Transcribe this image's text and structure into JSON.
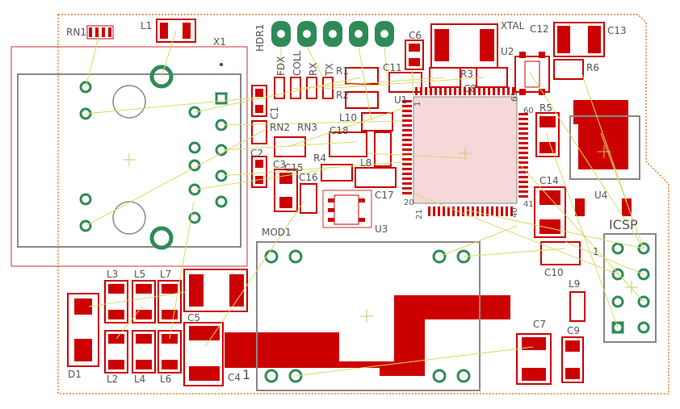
{
  "labels": {
    "RN1": "RN1",
    "L1": "L1",
    "X1": "X1",
    "HDR1": "HDR1",
    "FDX": "FDX",
    "COLL": "COLL",
    "RX": "RX",
    "TX": "TX",
    "C6": "C6",
    "XTAL": "XTAL",
    "C12": "C12",
    "C13": "C13",
    "R1": "R1",
    "C11": "C11",
    "U2": "U2",
    "R6": "R6",
    "R2": "R2",
    "U1": "U1",
    "R3": "R3",
    "C8": "C8",
    "C1": "C1",
    "L10": "L10",
    "R5": "R5",
    "RN2": "RN2",
    "RN3": "RN3",
    "C18": "C18",
    "C2": "C2",
    "R4": "R4",
    "C3": "C3",
    "C15": "C15",
    "L8": "L8",
    "C16": "C16",
    "C17": "C17",
    "C14": "C14",
    "U4": "U4",
    "U3": "U3",
    "ICSP": "ICSP",
    "MOD1": "MOD1",
    "L3": "L3",
    "L5": "L5",
    "L7": "L7",
    "C10": "C10",
    "L9": "L9",
    "C5": "C5",
    "C7": "C7",
    "C9": "C9",
    "D1": "D1",
    "L2": "L2",
    "L4": "L4",
    "L6": "L6",
    "C4": "C4",
    "pin1_icsp": "1",
    "pin1_mod": "1",
    "u1_pin60": "60",
    "u1_pin1": "1",
    "u1_pin40": "40",
    "u1_pin41": "41",
    "u1_pin21": "21",
    "u1_pin20": "20",
    "u2_pin61": "61"
  },
  "colors": {
    "copper": "#cc0000",
    "pad": "#dddddd",
    "silk": "#888888",
    "rats": "#d9d96a",
    "outline": "#e06000",
    "via": "#2e8b57"
  }
}
